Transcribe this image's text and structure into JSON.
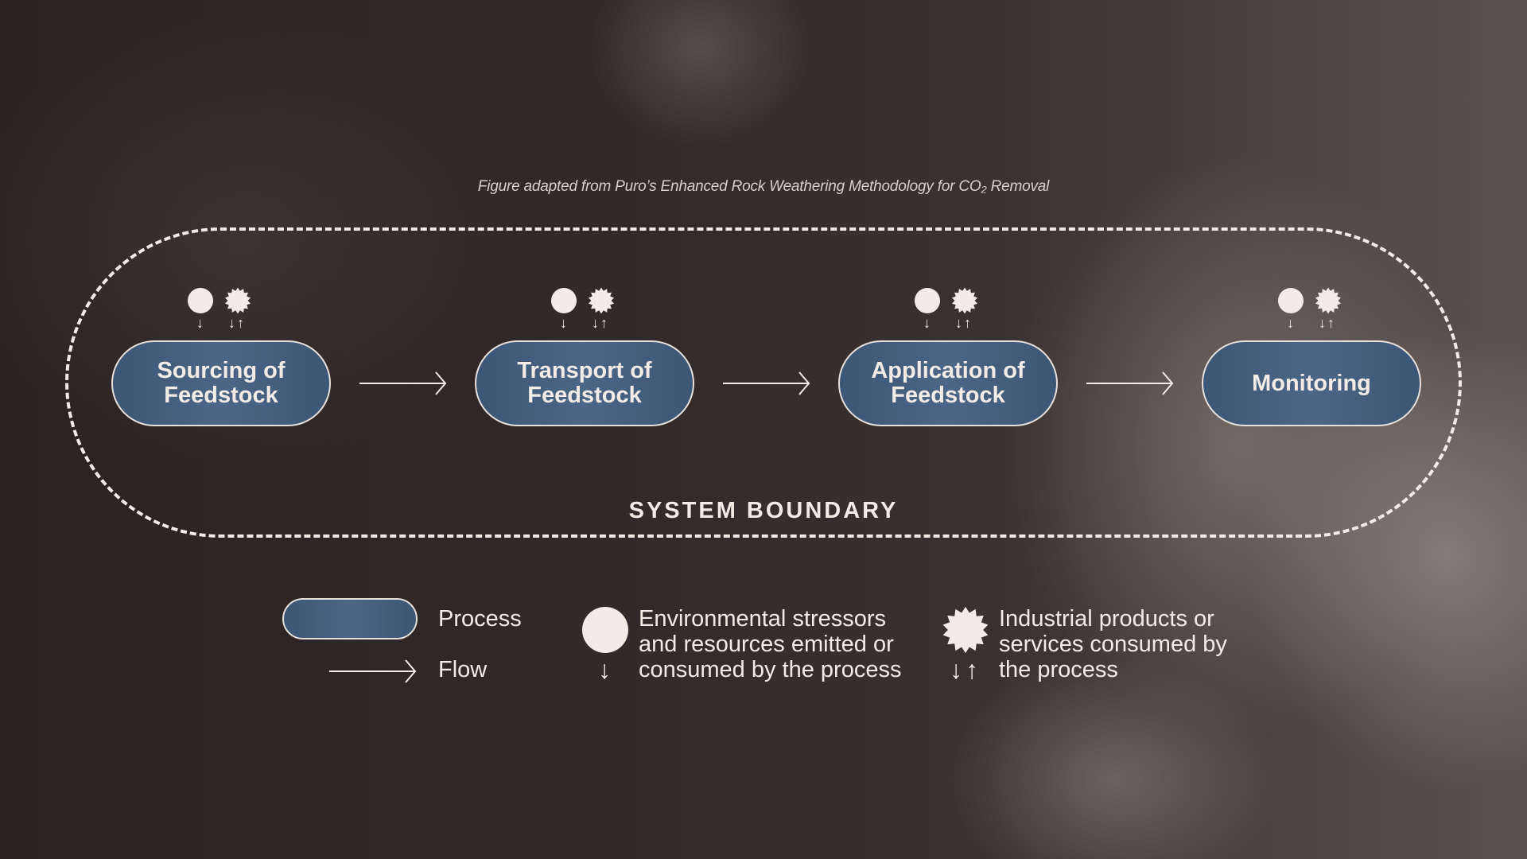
{
  "caption": "Figure adapted from Puro’s Enhanced Rock Weathering Methodology for CO₂ Removal",
  "boundary_label": "SYSTEM BOUNDARY",
  "processes": [
    {
      "label": "Sourcing of Feedstock"
    },
    {
      "label": "Transport of Feedstock"
    },
    {
      "label": "Application of Feedstock"
    },
    {
      "label": "Monitoring"
    }
  ],
  "legend": {
    "process_label": "Process",
    "flow_label": "Flow",
    "environmental_text": "Environmental stressors and resources emitted or consumed by the process",
    "industrial_text": "Industrial products or services consumed by the process"
  },
  "colors": {
    "process_fill": "#445f80",
    "foreground": "#f3ebe6"
  },
  "icons": [
    "circle-icon",
    "starburst-icon",
    "arrow-down-icon",
    "arrow-up-down-icon",
    "arrow-right-icon"
  ]
}
